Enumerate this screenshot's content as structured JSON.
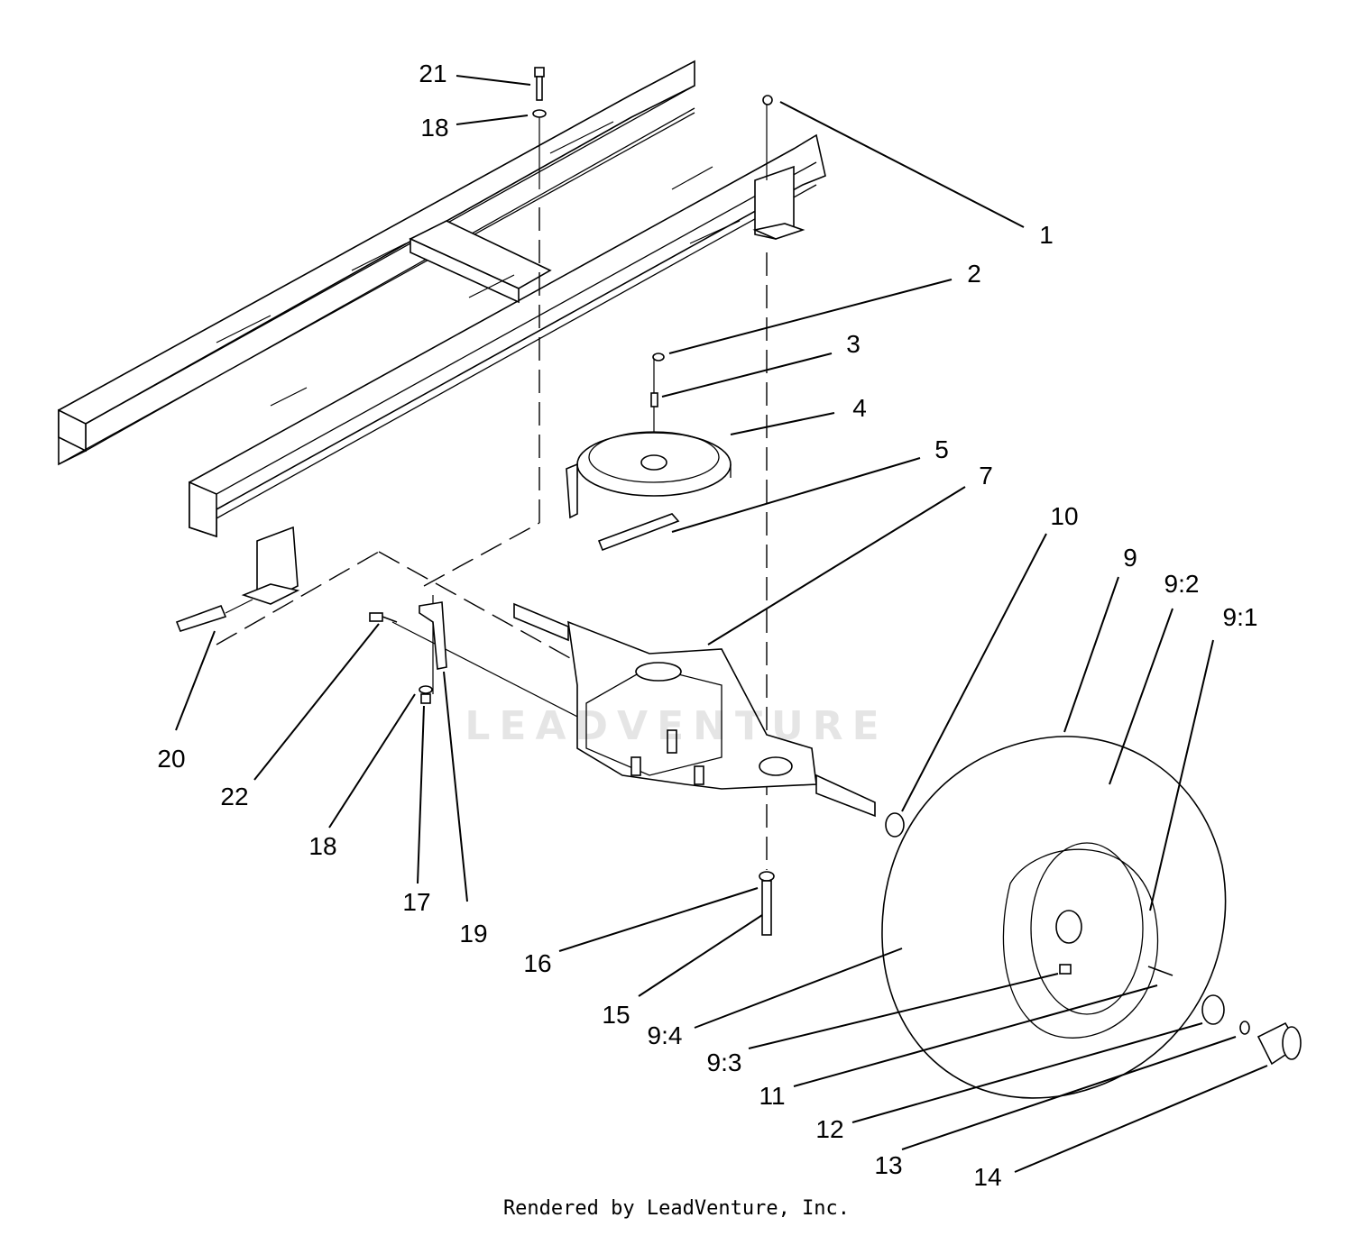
{
  "callouts": [
    "1",
    "2",
    "3",
    "4",
    "5",
    "7",
    "9",
    "9:1",
    "9:2",
    "9:3",
    "9:4",
    "10",
    "11",
    "12",
    "13",
    "14",
    "15",
    "16",
    "17",
    "18",
    "19",
    "20",
    "21",
    "22"
  ],
  "watermark": "LEADVENTURE",
  "footer": "Rendered by LeadVenture, Inc."
}
